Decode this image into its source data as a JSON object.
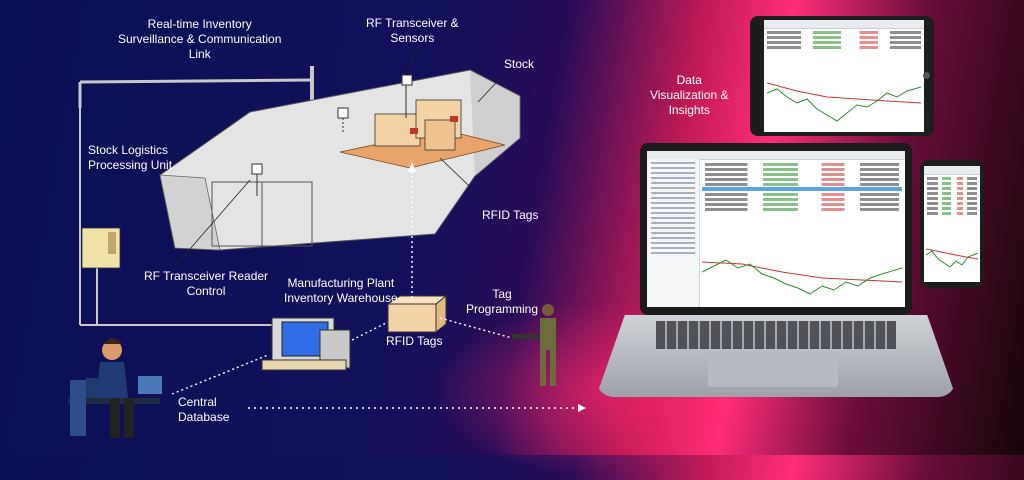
{
  "labels": {
    "realtime_link": "Real-time Inventory\nSurveillance & Communication\nLink",
    "rf_sensors": "RF Transceiver &\nSensors",
    "stock": "Stock",
    "logistics_unit": "Stock Logistics\nProcessing Unit",
    "rfid_tags_top": "RFID Tags",
    "reader_control": "RF Transceiver Reader\nControl",
    "warehouse": "Manufacturing Plant\nInventory Warehouse",
    "tag_programming": "Tag\nProgramming",
    "rfid_tags_bottom": "RFID Tags",
    "central_db": "Central\nDatabase",
    "data_viz": "Data\nVisualization &\nInsights"
  },
  "colors": {
    "background_left": "#0b0f55",
    "background_mid": "#ff2d78",
    "background_right": "#160509",
    "building": "#e4e4e4",
    "crate": "#f4d3a6",
    "pallet": "#e8a46b",
    "wire": "#c8c8c8",
    "chart_up": "#2a8c2a",
    "chart_down": "#cc3333"
  },
  "icons": [
    "warehouse-icon",
    "antenna-icon",
    "crate-icon",
    "processing-unit-icon",
    "computer-icon",
    "operator-icon",
    "programmer-icon",
    "laptop-icon",
    "tablet-icon",
    "phone-icon"
  ]
}
